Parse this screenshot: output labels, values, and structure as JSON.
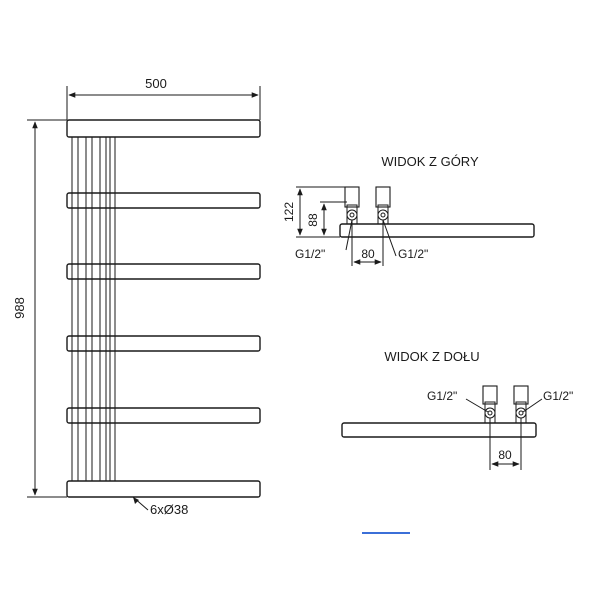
{
  "front_view": {
    "width_dim": "500",
    "height_dim": "988",
    "bars_label": "6xØ38"
  },
  "top_view": {
    "title": "WIDOK Z GÓRY",
    "dim_outer": "122",
    "dim_inner": "88",
    "dim_spacing": "80",
    "conn_left": "G1/2\"",
    "conn_right": "G1/2\""
  },
  "bottom_view": {
    "title": "WIDOK Z DOŁU",
    "dim_spacing": "80",
    "conn_left": "G1/2\"",
    "conn_right": "G1/2\""
  },
  "colors": {
    "line": "#1a1a1a",
    "accent": "#3b6fd8"
  }
}
